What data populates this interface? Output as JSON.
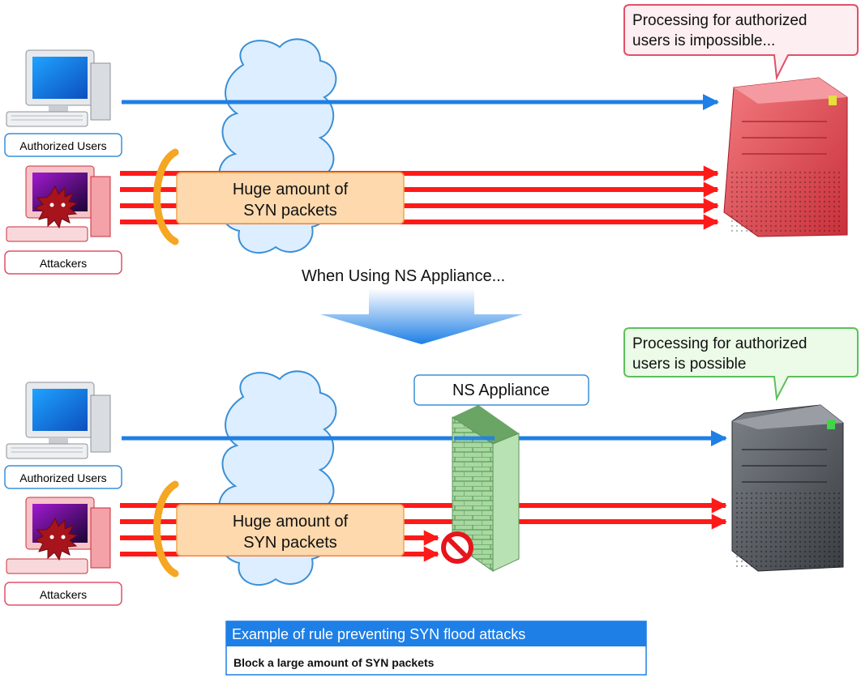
{
  "top": {
    "authorized_label": "Authorized Users",
    "attackers_label": "Attackers",
    "syn_box": {
      "line1": "Huge amount of",
      "line2": "SYN packets"
    },
    "callout": {
      "line1": "Processing for authorized",
      "line2": "users is impossible...",
      "border": "#e0506a",
      "fill": "#fdeef1"
    }
  },
  "transition": {
    "label": "When Using NS Appliance..."
  },
  "bottom": {
    "authorized_label": "Authorized Users",
    "attackers_label": "Attackers",
    "syn_box": {
      "line1": "Huge amount of",
      "line2": "SYN packets"
    },
    "appliance_label": "NS Appliance",
    "callout": {
      "line1": "Processing for authorized",
      "line2": "users is possible",
      "border": "#5cc05c",
      "fill": "#ecfbe8"
    }
  },
  "rule_box": {
    "title": "Example of rule preventing SYN flood attacks",
    "body": "Block a large amount of SYN packets"
  },
  "colors": {
    "authorized_flow": "#1e7fe6",
    "attack_flow": "#ff1a1a",
    "syn_box_fill": "#fdd9ad",
    "syn_box_border": "#f2a54c",
    "bracket": "#f5a623",
    "cloud_fill": "#dceeff",
    "cloud_border": "#3b8fd6",
    "server_compromised": "#e8454e",
    "server_ok": "#555a60",
    "firewall": "#9fd19a",
    "rule_title_bg": "#1e7fe6",
    "label_border_blue": "#3b8fd6",
    "label_border_red": "#e0506a"
  }
}
